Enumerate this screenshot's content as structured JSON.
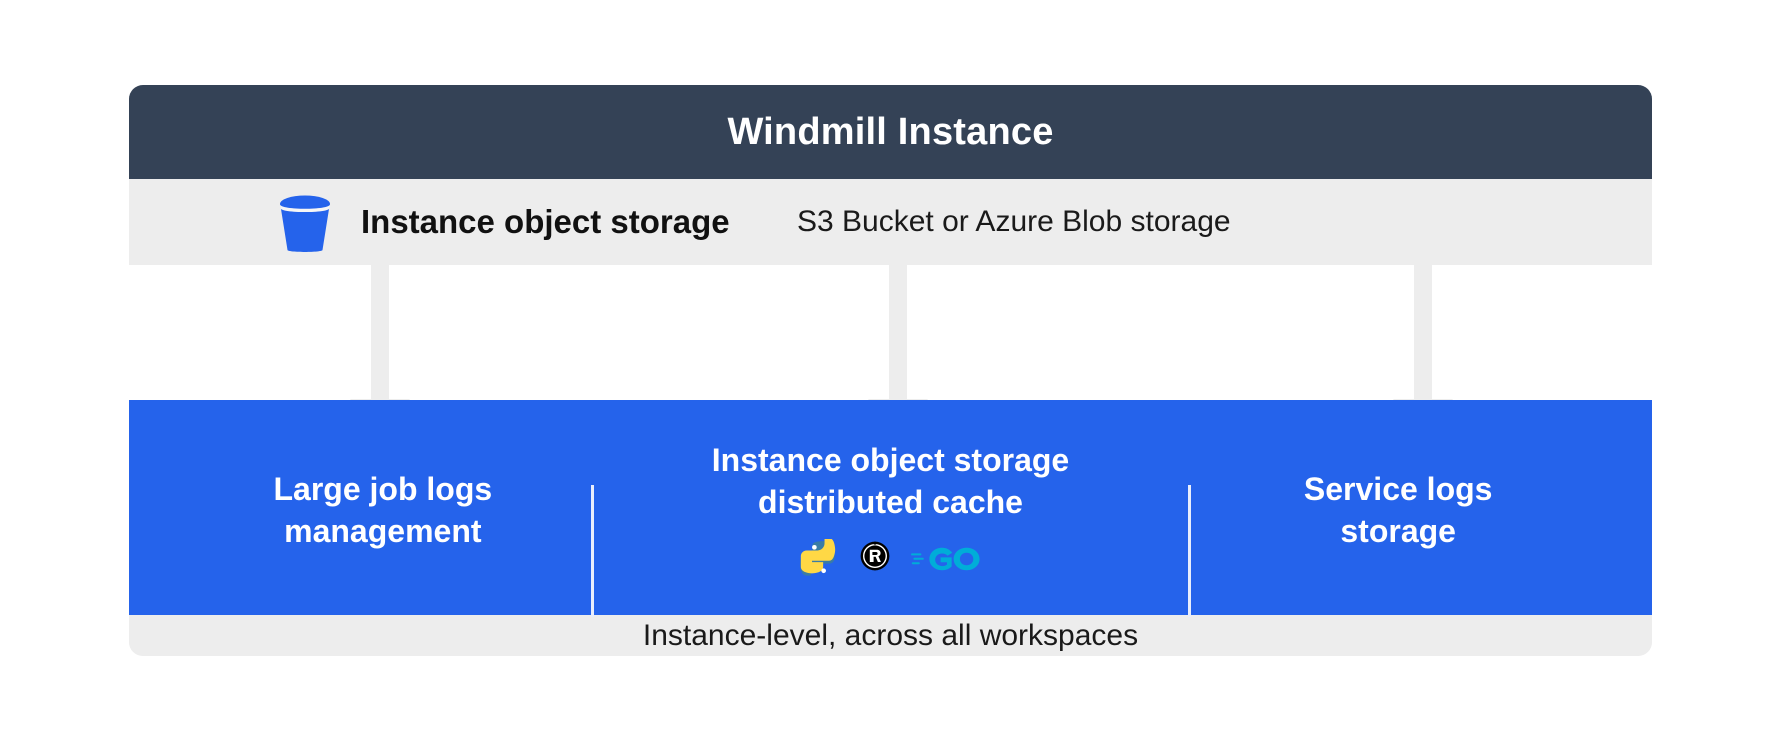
{
  "diagram": {
    "title": "Windmill Instance",
    "storage_row": {
      "icon": "s3-bucket-icon",
      "label": "Instance object storage",
      "sublabel": "S3 Bucket or Azure Blob storage"
    },
    "features": [
      {
        "title": "Large job logs\nmanagement",
        "languages": []
      },
      {
        "title": "Instance object storage\ndistributed cache",
        "languages": [
          "python-icon",
          "rust-icon",
          "go-icon"
        ]
      },
      {
        "title": "Service logs\nstorage",
        "languages": []
      }
    ],
    "footer": "Instance-level, across all workspaces",
    "colors": {
      "header_bg": "#344256",
      "band_bg": "#ededed",
      "feature_bg": "#2563eb",
      "bucket_blue": "#2563eb",
      "python_blue": "#3a7ca5",
      "python_yellow": "#ffd845",
      "rust_black": "#000000",
      "go_cyan": "#00add8",
      "page_bg": "#ffffff"
    }
  }
}
